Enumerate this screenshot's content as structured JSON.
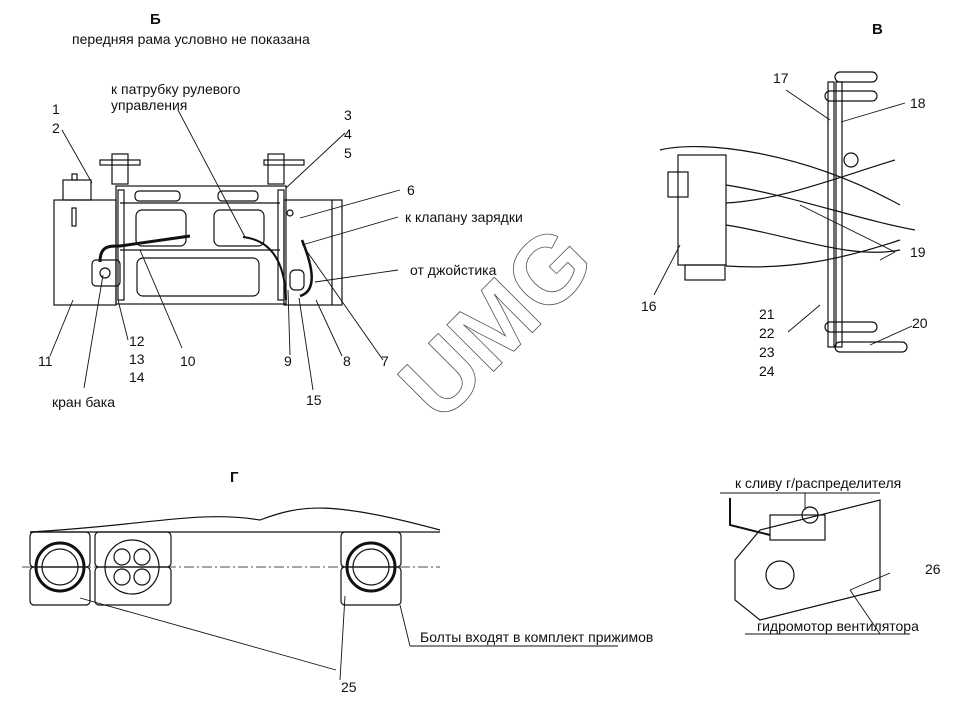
{
  "view_b": {
    "title": "Б",
    "subtitle": "передняя рама условно не показана",
    "callouts": {
      "steering": "к патрубку рулевого управления",
      "steering_line1": "к патрубку рулевого",
      "steering_line2": "управления",
      "charge_valve": "к клапану зарядки",
      "joystick": "от джойстика",
      "tank_valve": "кран бака"
    },
    "numbers": [
      "1",
      "2",
      "3",
      "4",
      "5",
      "6",
      "7",
      "8",
      "9",
      "10",
      "11",
      "12",
      "13",
      "14",
      "15"
    ]
  },
  "view_v": {
    "title": "В",
    "numbers": [
      "16",
      "17",
      "18",
      "19",
      "20",
      "21",
      "22",
      "23",
      "24"
    ]
  },
  "view_g": {
    "title": "Г",
    "bolts_note": "Болты входят в комплект прижимов",
    "number": "25"
  },
  "fan_motor": {
    "drain": "к сливу г/распределителя",
    "motor": "гидромотор вентилятора",
    "number": "26"
  },
  "watermark": "UMG"
}
